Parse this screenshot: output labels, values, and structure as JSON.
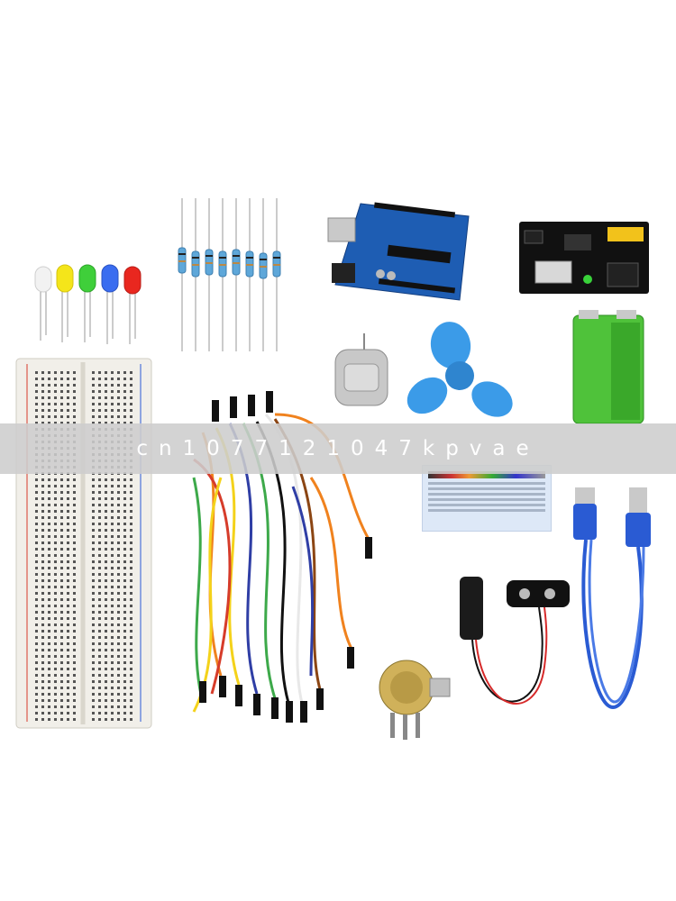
{
  "image": {
    "subject": "electronics starter kit product photo",
    "background_color": "#ffffff"
  },
  "banner": {
    "text": "cn1077121047kpvae"
  },
  "items": {
    "leds": {
      "colors": [
        "#f2f2f2",
        "#f4e51a",
        "#3fcf3a",
        "#3a6df0",
        "#e9271f"
      ]
    },
    "resistors": {
      "count": 8,
      "body_color": "#5ea7d9"
    },
    "board": {
      "color": "#1e5db3"
    },
    "power_module": {
      "color": "#111111"
    },
    "battery": {
      "color": "#4fc23a"
    },
    "motor": {
      "color": "#c8c8c8"
    },
    "fan_blade": {
      "color": "#3b9be8"
    },
    "breadboard": {
      "color": "#f1efe9"
    },
    "jumper_wires": {
      "colors": [
        "#f0821e",
        "#f4d21a",
        "#2f3ea5",
        "#3da94a",
        "#111111",
        "#e8e8e8",
        "#8b4513",
        "#d63c2a"
      ]
    },
    "usb_cable": {
      "color": "#2a5bd3"
    },
    "battery_snap": {
      "wire_colors": [
        "#111111",
        "#d62a2a"
      ]
    },
    "potentiometer": {
      "color": "#d0b15a"
    }
  }
}
